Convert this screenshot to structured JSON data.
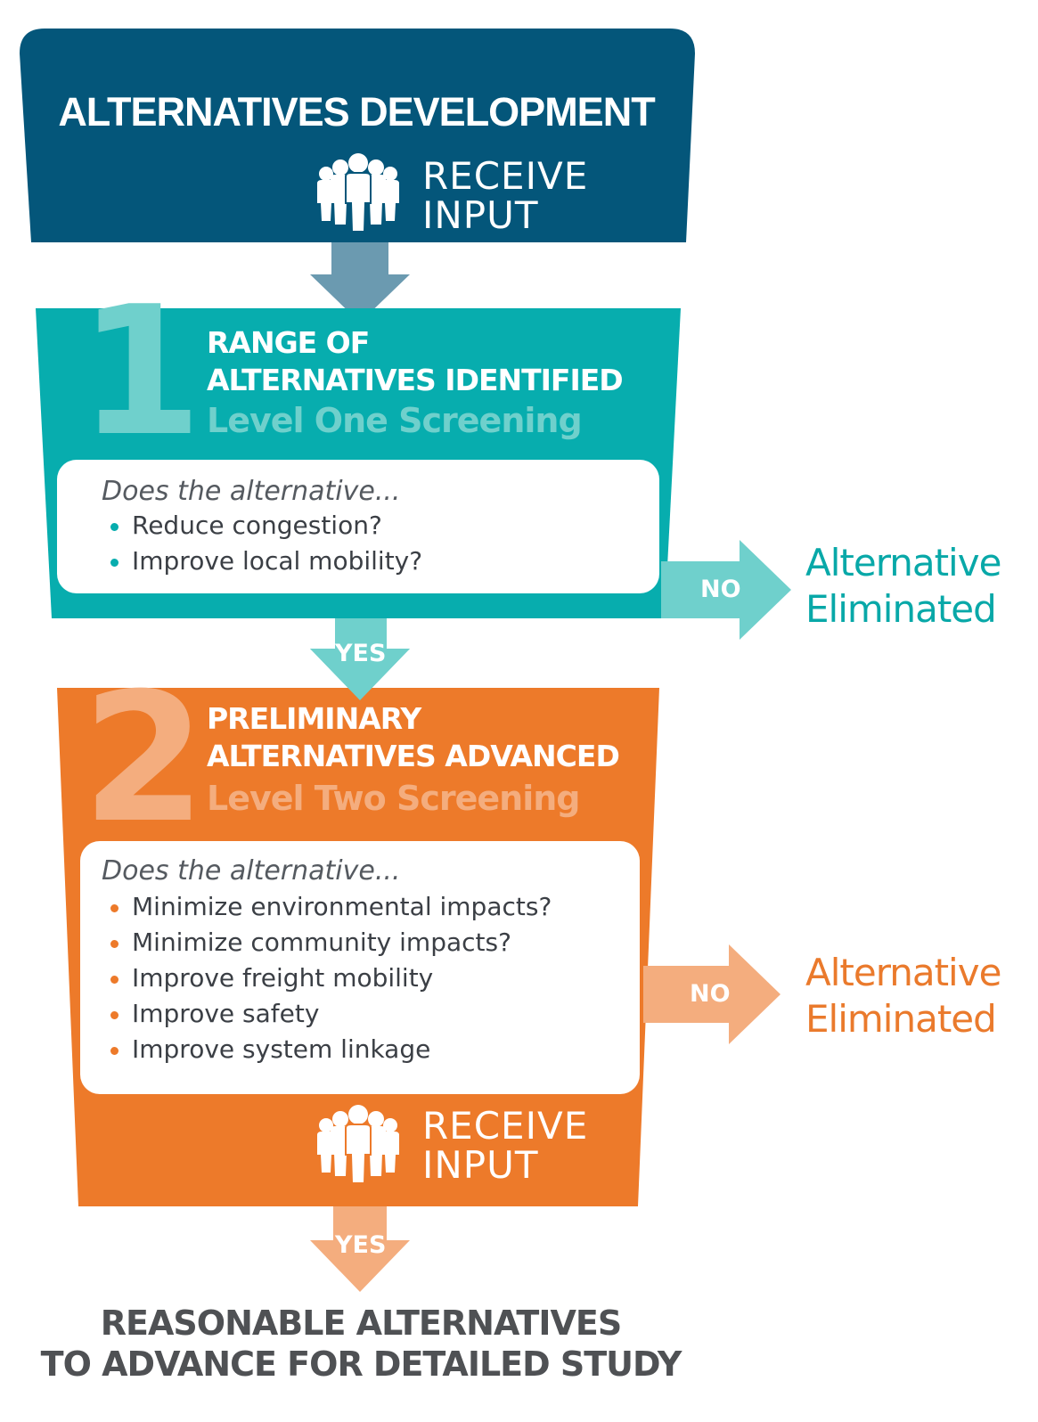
{
  "colors": {
    "navy": "#04567a",
    "navy_arrow": "#6b9ab0",
    "teal": "#07adae",
    "teal_light": "#6fd0cc",
    "teal_text": "#08a8a8",
    "orange": "#ed7a2a",
    "orange_light": "#f4ad7e",
    "orange_text": "#ea7a2c",
    "gray_text": "#4f5154"
  },
  "top": {
    "title": "ALTERNATIVES DEVELOPMENT",
    "receive_line1": "RECEIVE",
    "receive_line2": "INPUT",
    "icon": "people-group-icon"
  },
  "level1": {
    "number": "1",
    "heading_line1": "RANGE OF",
    "heading_line2": "ALTERNATIVES IDENTIFIED",
    "subtitle": "Level One Screening",
    "intro": "Does the alternative...",
    "criteria": [
      "Reduce congestion?",
      "Improve local mobility?"
    ],
    "no_label": "NO",
    "eliminated_line1": "Alternative",
    "eliminated_line2": "Eliminated",
    "yes_label": "YES"
  },
  "level2": {
    "number": "2",
    "heading_line1": "PRELIMINARY",
    "heading_line2": "ALTERNATIVES ADVANCED",
    "subtitle": "Level Two Screening",
    "intro": "Does the alternative...",
    "criteria": [
      "Minimize environmental impacts?",
      "Minimize community impacts?",
      "Improve freight mobility",
      "Improve safety",
      "Improve system linkage"
    ],
    "receive_line1": "RECEIVE",
    "receive_line2": "INPUT",
    "icon": "people-group-icon",
    "no_label": "NO",
    "eliminated_line1": "Alternative",
    "eliminated_line2": "Eliminated",
    "yes_label": "YES"
  },
  "final": {
    "line1": "REASONABLE ALTERNATIVES",
    "line2": "TO ADVANCE FOR DETAILED STUDY"
  }
}
